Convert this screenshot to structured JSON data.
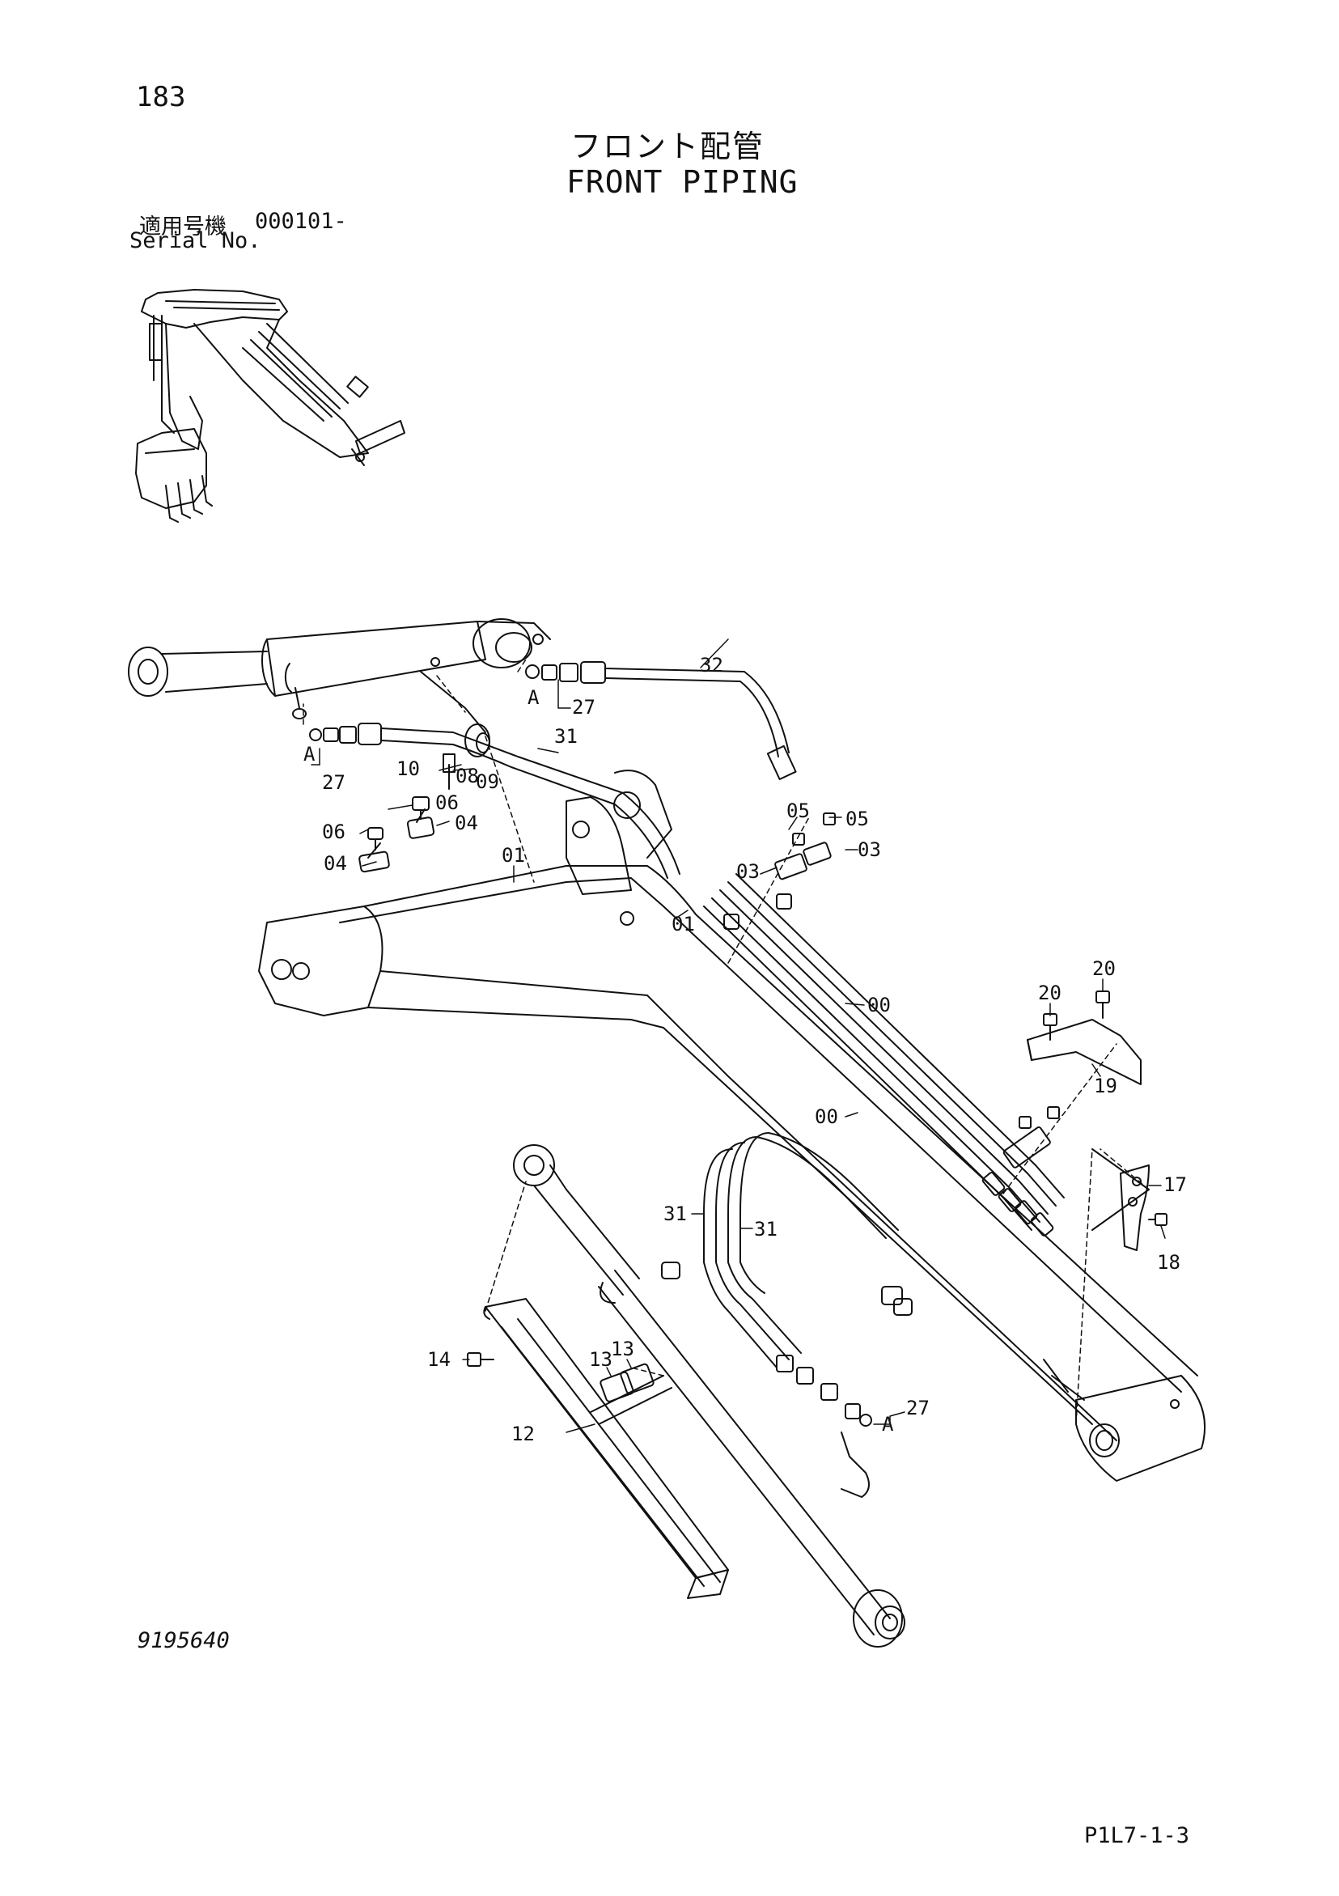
{
  "header": {
    "page_number": "183",
    "title_ja": "フロント配管",
    "title_en": "FRONT PIPING",
    "serial_label_ja": "適用号機",
    "serial_value": "000101-",
    "serial_label_en": "Serial No."
  },
  "footer": {
    "drawing_number": "9195640",
    "page_ref": "P1L7-1-3"
  },
  "callouts": [
    "32",
    "A",
    "27",
    "31",
    "A",
    "27",
    "10",
    "08",
    "09",
    "06",
    "04",
    "06",
    "04",
    "01",
    "01",
    "05",
    "05",
    "03",
    "03",
    "00",
    "20",
    "20",
    "19",
    "00",
    "17",
    "31",
    "31",
    "18",
    "14",
    "13",
    "13",
    "12",
    "27",
    "A"
  ]
}
